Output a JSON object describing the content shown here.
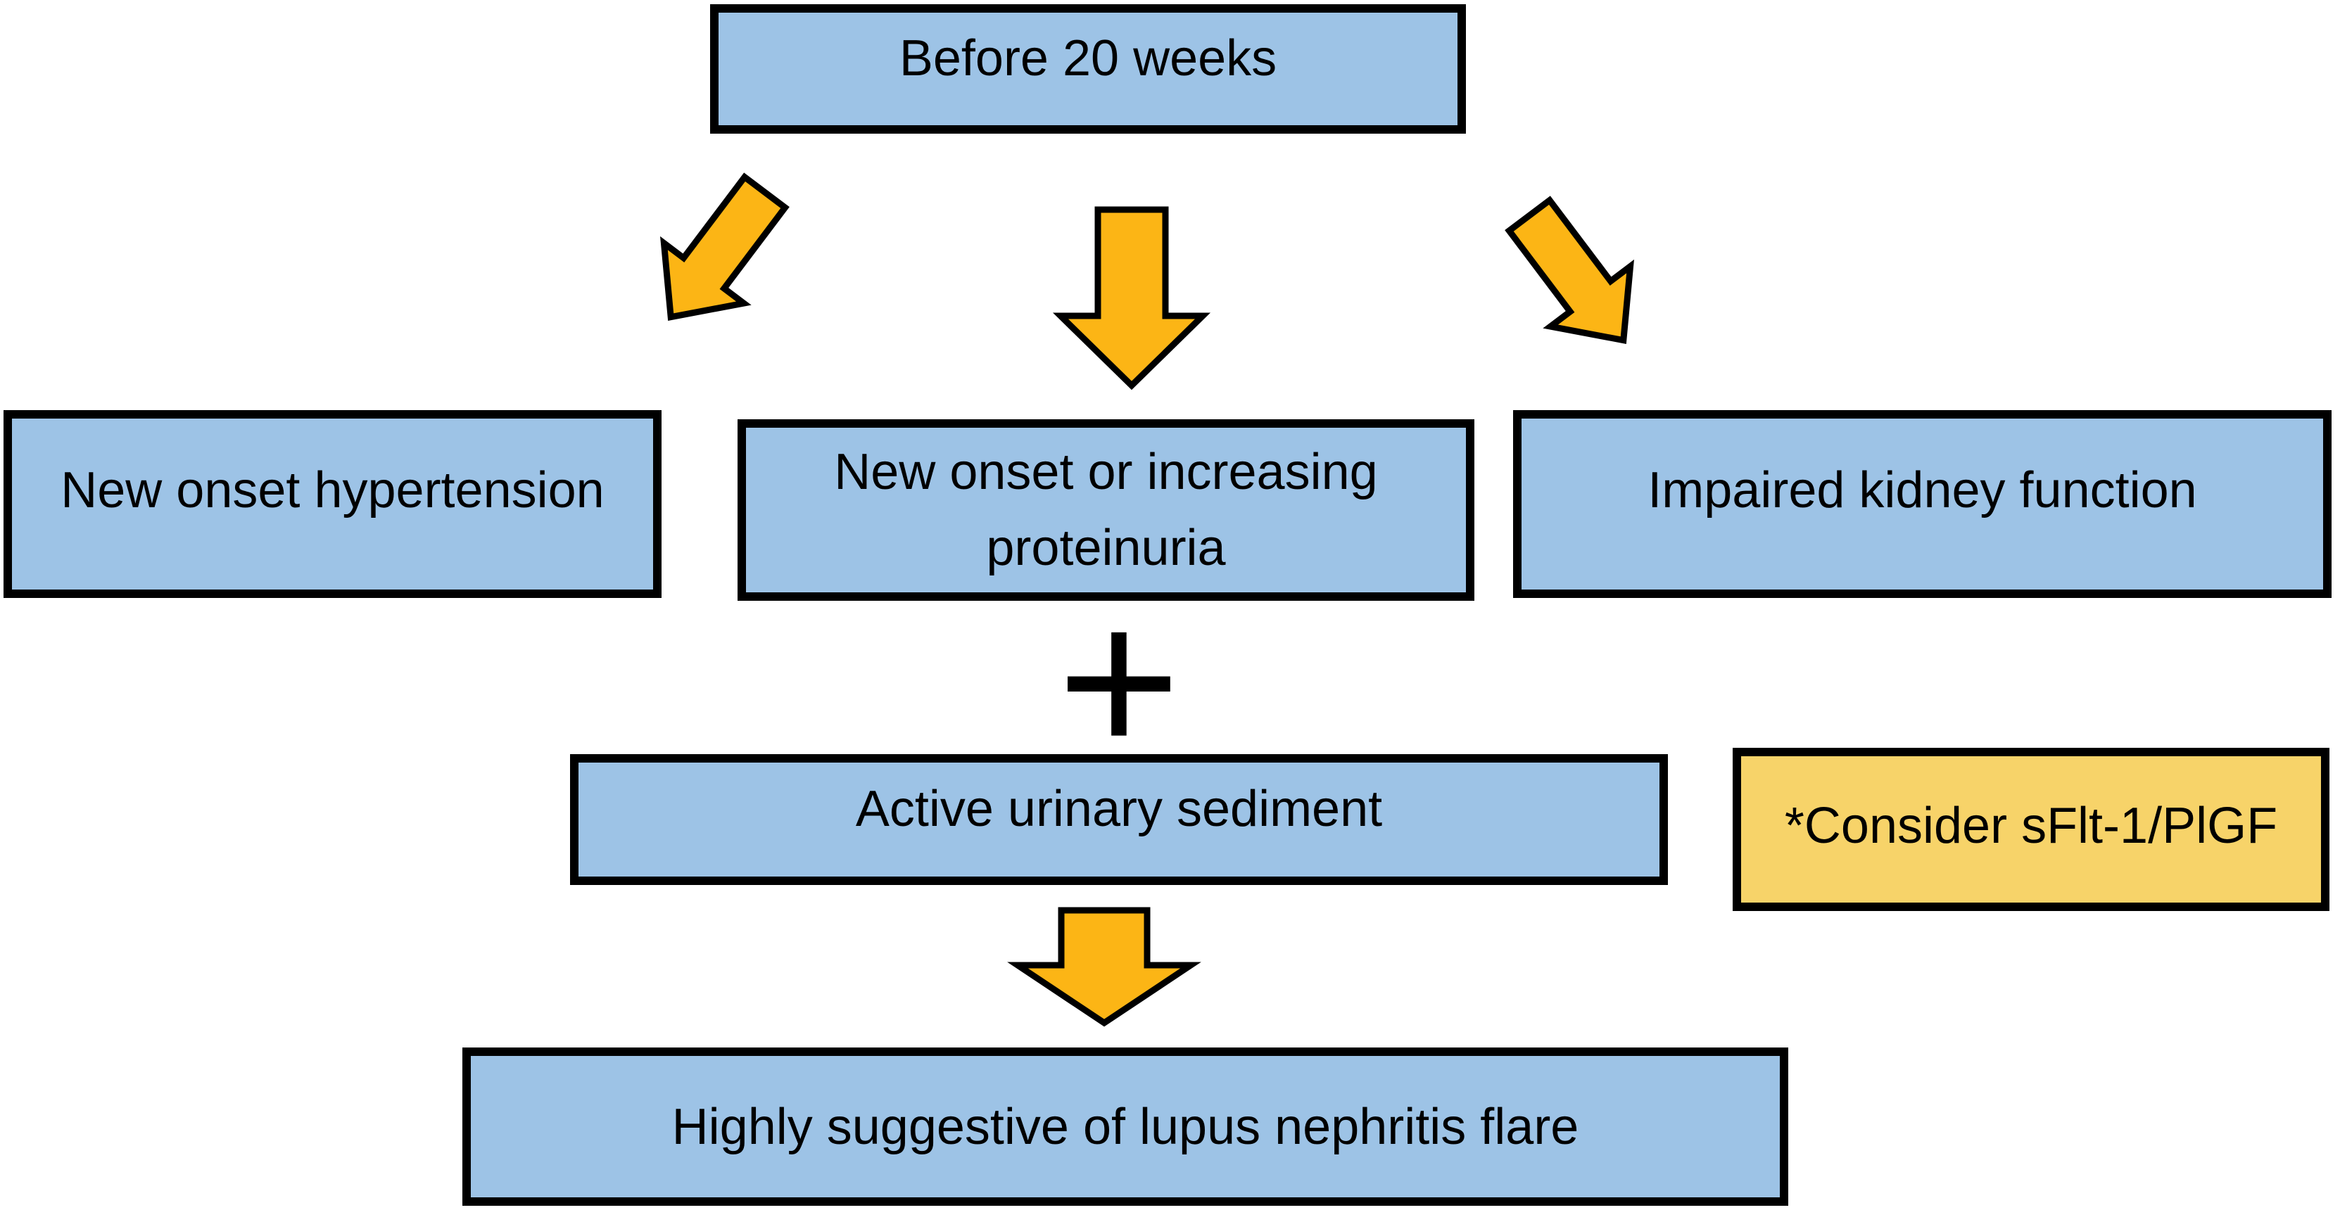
{
  "colors": {
    "background": "#ffffff",
    "box_fill": "#9dc3e6",
    "box_border": "#000000",
    "note_fill": "#f7d369",
    "arrow_fill": "#fcb515",
    "text": "#000000"
  },
  "flowchart": {
    "start": "Before 20 weeks",
    "criteria": [
      "New onset hypertension",
      "New onset or increasing proteinuria",
      "Impaired kidney function"
    ],
    "plus_sign": "+",
    "additional_finding": "Active urinary sediment",
    "side_note": "*Consider sFlt-1/PlGF",
    "conclusion": "Highly suggestive of lupus nephritis flare"
  }
}
